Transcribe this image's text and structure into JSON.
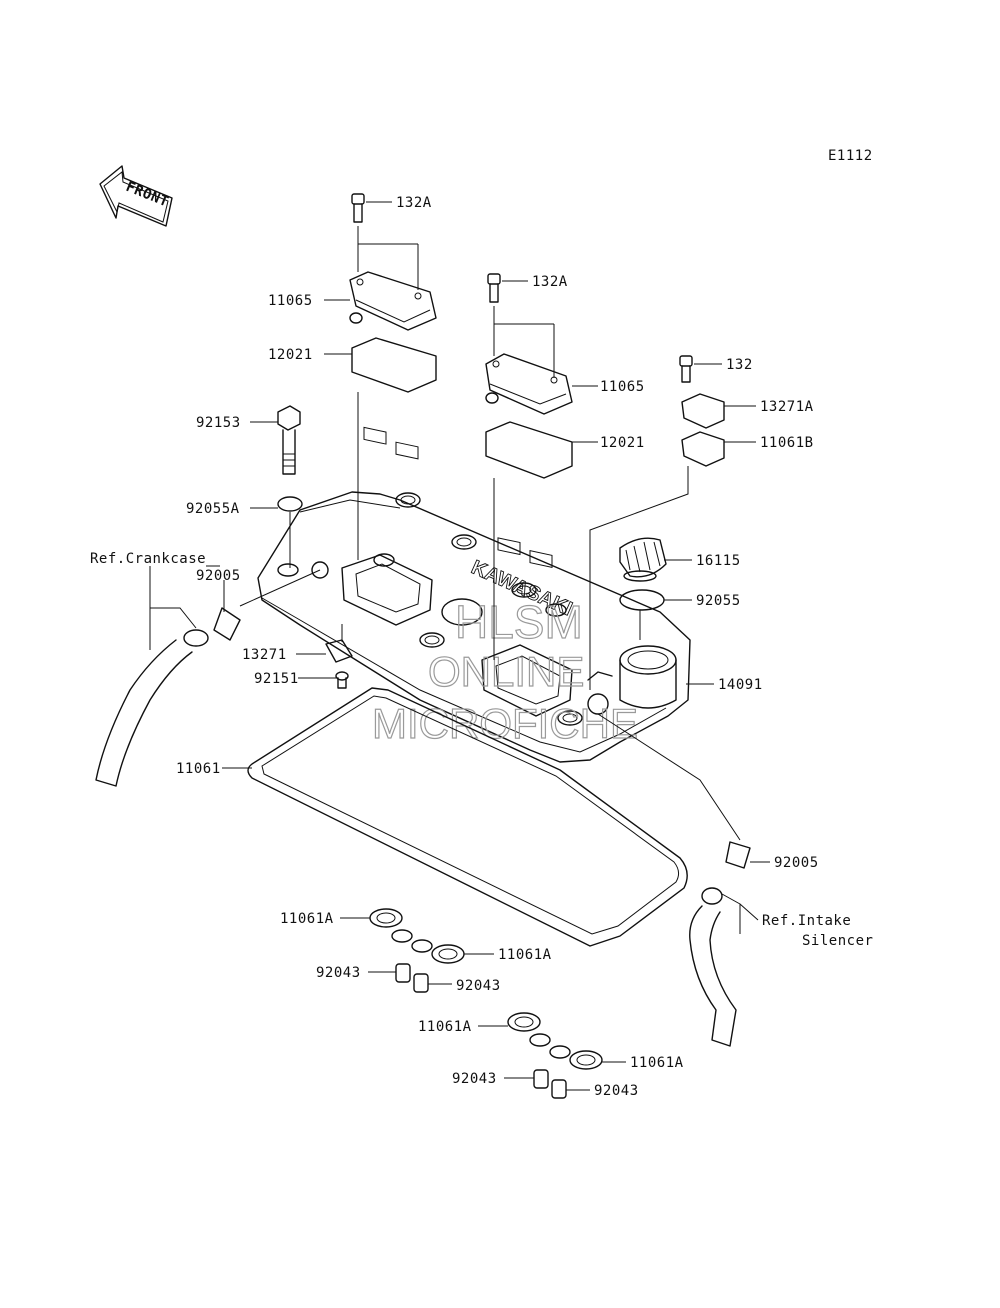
{
  "diagram_code": "E1112",
  "front_arrow_label": "FRONT",
  "watermark": {
    "line1": "HLSM",
    "line2": "ONLINE",
    "line3": "MICROFICHE"
  },
  "engraving": "KAWASAKI",
  "labels": {
    "bolt_132a_left": "132A",
    "bolt_132a_right": "132A",
    "cover_11065_left": "11065",
    "cover_11065_right": "11065",
    "plate_12021_left": "12021",
    "plate_12021_right": "12021",
    "bolt_92153": "92153",
    "washer_92055a": "92055A",
    "ref_crankcase": "Ref.Crankcase",
    "fitting_92005_left": "92005",
    "clamp_13271": "13271",
    "bolt_92151": "92151",
    "gasket_11061": "11061",
    "bolt_132": "132",
    "plate_13271a": "13271A",
    "gasket_11061b": "11061B",
    "cap_16115": "16115",
    "oring_92055": "92055",
    "head_cover_14091": "14091",
    "fitting_92005_right": "92005",
    "ref_intake_line1": "Ref.Intake",
    "ref_intake_line2": "Silencer",
    "seal_11061a_1": "11061A",
    "seal_11061a_2": "11061A",
    "seal_11061a_3": "11061A",
    "seal_11061a_4": "11061A",
    "collar_92043_1": "92043",
    "collar_92043_2": "92043",
    "collar_92043_3": "92043",
    "collar_92043_4": "92043"
  }
}
